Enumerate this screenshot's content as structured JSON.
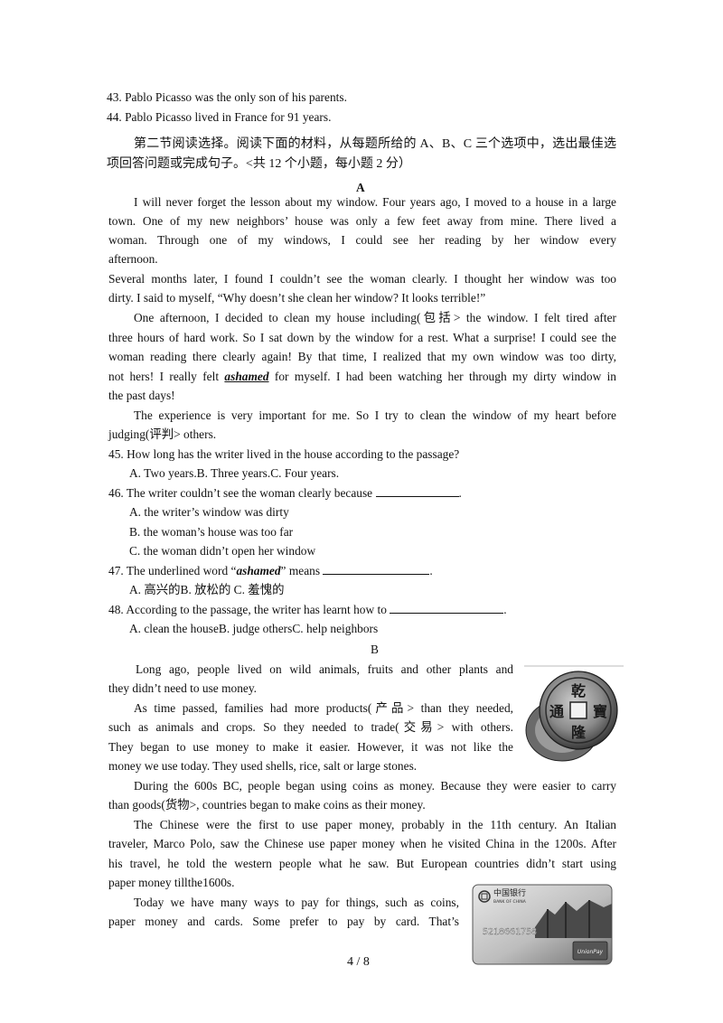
{
  "lines": {
    "q43": "43. Pablo Picasso was the  only  son  of  his  parents.",
    "q44": "44. Pablo Picasso lived in France for 91 years.",
    "sec2_1": "第二节阅读选择。阅读下面的材料，从每题所给的 A、B、C 三个选项中，选出最佳选",
    "sec2_2": "项回答问题或完成句子。<共 12 个小题，每小题 2 分）",
    "titleA": "A",
    "a1": "I will never forget the lesson about my window. Four years ago, I moved to a house in a large",
    "a2": "town.  One  of  my  new  neighbors’  house  was  only  a  few  feet  away  from  mine.  There  lived  a",
    "a3": "woman.  Through  one   of   my  windows,  I  could  see  her  reading  by  her  window  every",
    "a4": "afternoon.",
    "a5": "Several months later, I found I couldn’t see the woman clearly. I thought her window was too",
    "a6": "dirty. I said to myself, “Why doesn’t she clean her window? It looks terrible!”",
    "a7": "One afternoon, I decided to clean my house including(包括> the window. I felt tired after",
    "a8": "three hours of hard work. So I sat down by the window for a rest. What a surprise! I could see the",
    "a9": "woman reading there clearly  again! By that time, I realized that my own  window was  too  dirty,",
    "a10_pre": "not  hers! I really felt ",
    "a10_word": "ashamed",
    "a10_post": " for myself. I had been watching her through my dirty window in",
    "a11": "the past days!",
    "a12": "The experience is very important for me. So I try to clean the window of my heart before",
    "a13": "judging(评判> others.",
    "q45": "45. How long has the writer lived in the house  according  to  the  passage?",
    "q45_opts": "A. Two years.B. Three years.C. Four years.",
    "q46": "46. The writer couldn’t see the woman clearly because",
    "q46_a": "A. the writer’s window was dirty",
    "q46_b": "B. the woman’s  house was too  far",
    "q46_c": "C. the woman didn’t open her window",
    "q47_pre": "47. The underlined word “",
    "q47_word": "ashamed",
    "q47_post": "” means",
    "q47_opts": "A. 高兴的B. 放松的 C. 羞愧的",
    "q48": "48. According  to  the  passage, the writer has  learnt  how  to",
    "q48_opts": "A. clean the houseB. judge othersC. help neighbors",
    "titleB": "B",
    "b1": "Long  ago,  people  lived  on  wild  animals,  fruits  and  other  plants  and",
    "b2": "they didn’t need  to  use money.",
    "b3": "As time passed, families had more products(产品> than they needed,",
    "b4": "such  as  animals   and   crops.  So  they  needed  to  trade(交易>  with  others.",
    "b5": "They  began  to  use  money  to  make  it  easier.  However,  it  was   not  like  the",
    "b6": "money we use today. They used shells, rice, salt or large stones.",
    "b7": "During the 600s BC, people began using coins as money. Because they were easier to carry",
    "b8": "than goods(货物>, countries began to make coins as their  money.",
    "b9": "The Chinese were the first to use paper money, probably in the 11th century. An Italian",
    "b10": "traveler, Marco Polo, saw the Chinese use paper money when he visited China in the 1200s. After",
    "b11": "his travel, he told the western people what he saw. But European countries didn’t  start using",
    "b12": "paper money tillthe1600s.",
    "b13": "Today we have many  ways to pay for things, such as coins,",
    "b14": "paper  money  and  cards.  Some  prefer  to  pay  by  card.  That’s"
  },
  "coin": {
    "chars": [
      "乾",
      "隆",
      "通",
      "寶"
    ]
  },
  "card": {
    "bank_name": "中国银行",
    "bank_en": "BANK OF CHINA",
    "number": "5218661758",
    "brand": "UnionPay"
  },
  "page_number": "4 / 8"
}
